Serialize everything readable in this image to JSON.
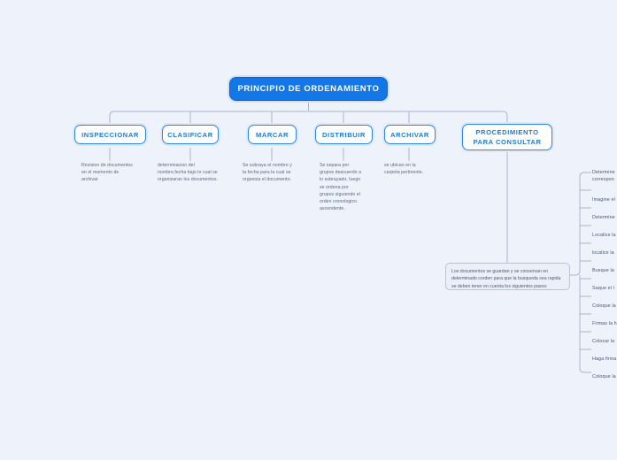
{
  "page": {
    "background_color": "#eef2fb",
    "title": "PRINCIPIO DE ORDENAMIENTO"
  },
  "colors": {
    "root_fill": "#1377e8",
    "root_text": "#ffffff",
    "branch_border": "#2a86e8",
    "branch_text": "#1e7ada",
    "branch_fill": "#ffffff",
    "note_text": "#5b6886",
    "connector": "#aab6cd",
    "note_box_fill": "#eaeffa",
    "note_box_border": "#b9c4da"
  },
  "root": {
    "label": "PRINCIPIO DE ORDENAMIENTO"
  },
  "branches": [
    {
      "id": "inspeccionar",
      "label": "INSPECCIONAR",
      "note": "Revision de documentos\nen el momento de\narchivar"
    },
    {
      "id": "clasificar",
      "label": "CLASIFICAR",
      "note": "determinacion del\nnombre,fecha bajo lo cual se\norganizaran los documentos."
    },
    {
      "id": "marcar",
      "label": "MARCAR",
      "note": "Se subraya el nombre y\nla fecha para la cual se\norganiza el documento."
    },
    {
      "id": "distribuir",
      "label": "DISTRIBUIR",
      "note": "Se separa por\ngrupos deacuerdo a\nlo subrayado, luego\nse ordena por\ngrupos siguiendo el\norden cronologico\nascendente."
    },
    {
      "id": "archivar",
      "label": "ARCHIVAR",
      "note": "se ubican en la\ncarpeta pertinente."
    },
    {
      "id": "procedimiento",
      "label": "PROCEDIMIENTO\nPARA CONSULTAR",
      "note": ""
    }
  ],
  "procedure": {
    "intro": "Los documentos se guardan y se conservan en determinado corden para que la busqueda sea rapida se deben tener en cuenta los siguientes pasos:",
    "steps": [
      {
        "text": "Determine\ncorrespon"
      },
      {
        "text": "Imagine el"
      },
      {
        "text": "Determine"
      },
      {
        "text": "Localice la"
      },
      {
        "text": "localice la"
      },
      {
        "text": "Busque la"
      },
      {
        "text": "Saque el l"
      },
      {
        "text": "Coloque la"
      },
      {
        "text": "Firmas la h"
      },
      {
        "text": "Colocar la"
      },
      {
        "text": "Haga firma"
      },
      {
        "text": "Coloque la"
      }
    ]
  }
}
